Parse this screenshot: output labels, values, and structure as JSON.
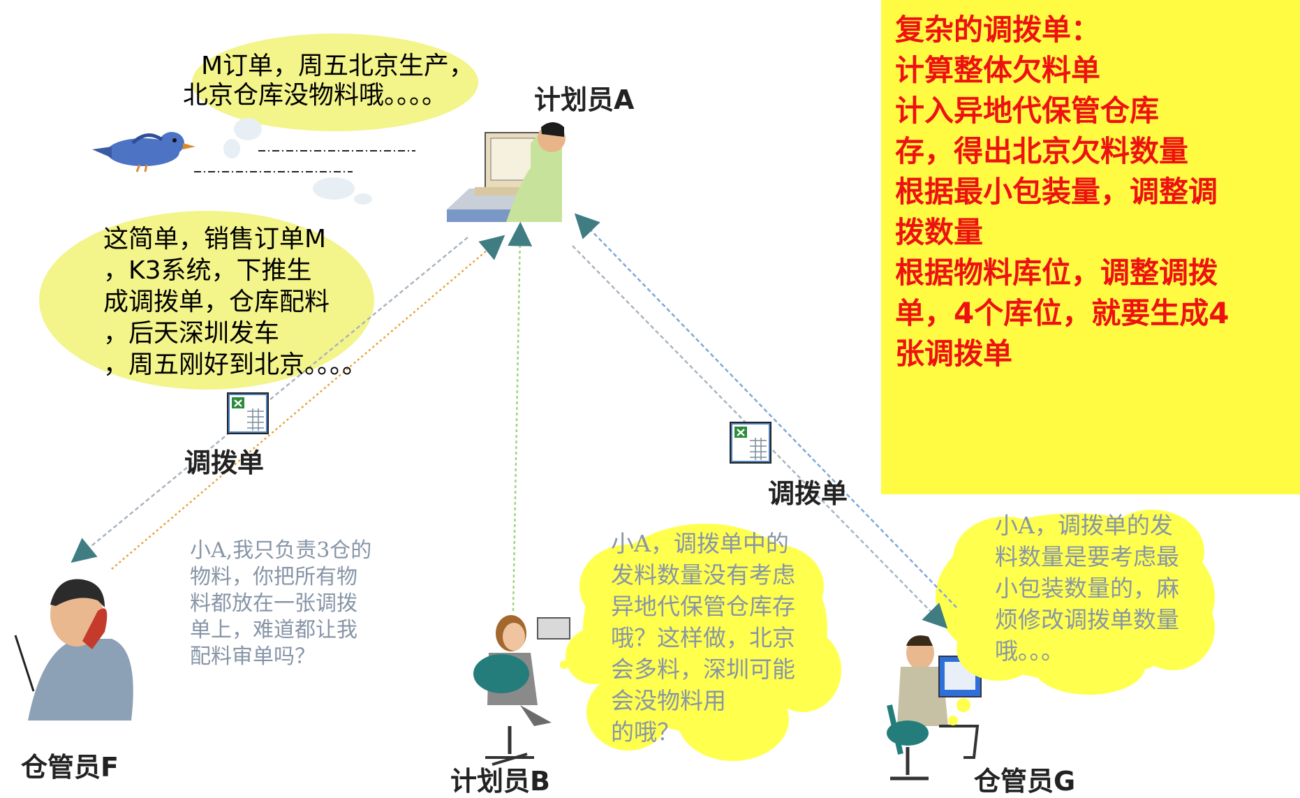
{
  "speech_top": {
    "lines": [
      "M订单，周五北京生产，",
      "北京仓库没物料哦。。。。"
    ]
  },
  "speech_left": {
    "lines": [
      "这简单，销售订单M",
      "，K3系统，下推生",
      "成调拨单，仓库配料",
      "，后天深圳发车",
      "，周五刚好到北京。。。。"
    ]
  },
  "roles": {
    "planner_a": "计划员A",
    "planner_b": "计划员B",
    "keeper_f": "仓管员F",
    "keeper_g": "仓管员G"
  },
  "docs": {
    "left_label": "调拨单",
    "right_label": "调拨单",
    "icon": "excel-document-icon"
  },
  "complaints": {
    "keeper_f": [
      "小A,我只负责3仓的",
      "物料，你把所有物",
      "料都放在一张调拨",
      "单上，难道都让我",
      "配料审单吗？"
    ],
    "planner_b": [
      "小A，调拨单中的",
      "发料数量没有考虑",
      "异地代保管仓库存",
      "哦？这样做，北京",
      "会多料，深圳可能",
      "会没物料用",
      "的哦？"
    ],
    "keeper_g": [
      "小A，调拨单的发",
      "料数量是要考虑最",
      "小包装数量的，麻",
      "烦修改调拨单数量",
      "哦。。。"
    ]
  },
  "note": {
    "lines": [
      "复杂的调拨单：",
      "计算整体欠料单",
      "计入异地代保管仓库",
      "  存，得出北京欠料数量",
      "根据最小包装量，调整调",
      "  拨数量",
      "根据物料库位，调整调拨",
      "  单，4个库位，就要生成4",
      "  张调拨单"
    ]
  },
  "colors": {
    "bubble": "#f3f48a",
    "cloud": "#ffff4d",
    "note_bg": "#fffb43",
    "note_text": "#ee1111",
    "grey_text": "#8795a7"
  }
}
